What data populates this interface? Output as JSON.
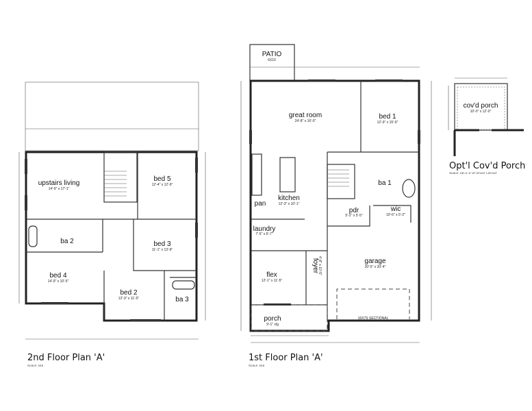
{
  "plans": {
    "second_floor": {
      "title": "2nd Floor Plan 'A'",
      "scale": "SCALE: 3/16",
      "rooms": [
        {
          "name": "upstairs living",
          "size": "14'-9\" x 17'-1\""
        },
        {
          "name": "bed 5",
          "size": "12'-4\" x 12'-9\""
        },
        {
          "name": "ba 2",
          "size": ""
        },
        {
          "name": "bed 3",
          "size": "11'-1\" x 13'-9\""
        },
        {
          "name": "bed 4",
          "size": "14'-9\" x 10'-5\""
        },
        {
          "name": "bed 2",
          "size": "12'-9\" x 11'-5\""
        },
        {
          "name": "ba 3",
          "size": ""
        }
      ]
    },
    "first_floor": {
      "title": "1st Floor Plan 'A'",
      "scale": "SCALE: 3/16",
      "rooms": [
        {
          "name": "PATIO",
          "size": "6X10"
        },
        {
          "name": "great room",
          "size": "24'-8\" x 16'-0\""
        },
        {
          "name": "bed 1",
          "size": "12'-9\" x 15'-9\""
        },
        {
          "name": "ba 1",
          "size": ""
        },
        {
          "name": "kitchen",
          "size": "12'-3\" x 10'-1\""
        },
        {
          "name": "pan",
          "size": ""
        },
        {
          "name": "laundry",
          "size": "7'-5\" x 6'-7\""
        },
        {
          "name": "pdr",
          "size": "5'-2\" x 5'-5\""
        },
        {
          "name": "wic",
          "size": "10'-6\" x 5'-2\""
        },
        {
          "name": "flex",
          "size": "12'-1\" x 11'-5\""
        },
        {
          "name": "foyer",
          "size": "4'-8\" x 10'-5\""
        },
        {
          "name": "garage",
          "size": "20'-5\" x 20'-4\""
        },
        {
          "name": "porch",
          "size": "9'-1\" clg"
        }
      ],
      "garage_door": "16X7S SECTIONAL"
    },
    "optional_porch": {
      "title": "Opt'l Cov'd Porch",
      "scale": "SCALE: 1/8\"=1'-0\" AT 30\"x24\" LAYOUT",
      "rooms": [
        {
          "name": "cov'd porch",
          "size": "10'-0\" x 12'-0\""
        }
      ]
    }
  }
}
